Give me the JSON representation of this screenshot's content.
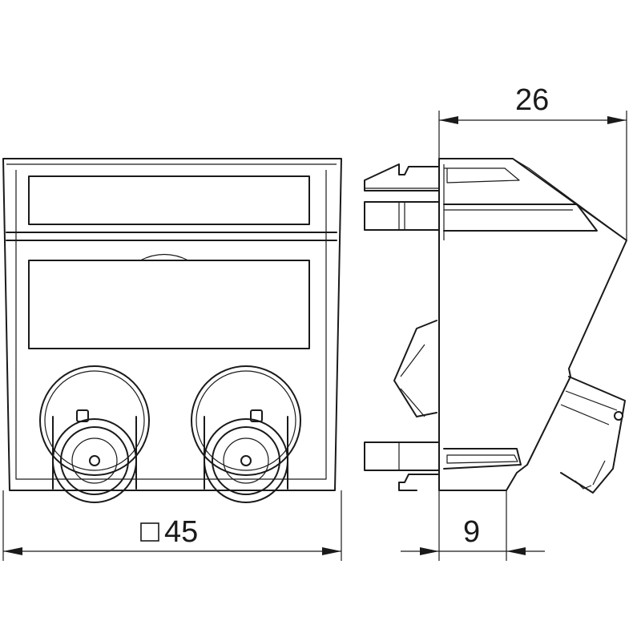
{
  "dimensions": {
    "depth_label": "26",
    "width_label": "45",
    "offset_label": "9"
  }
}
